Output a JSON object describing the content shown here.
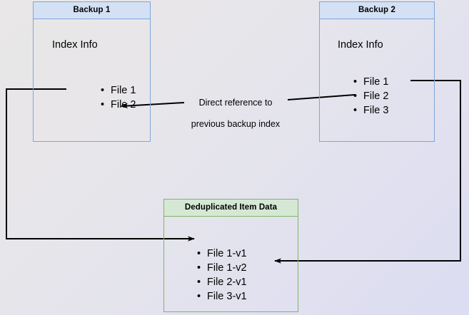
{
  "diagram": {
    "title": "Backup deduplication index reference diagram",
    "background": {
      "gradient_from": "#e9e7e7",
      "gradient_to": "#dcdcf2"
    },
    "colors": {
      "blue_border": "#7ea6d9",
      "blue_header_fill": "#d4e1f5",
      "green_border": "#82b366",
      "green_header_fill": "#d5e8d4",
      "connector": "#000000"
    },
    "boxes": [
      {
        "id": "backup1",
        "header": "Backup 1",
        "subtitle": "Index Info",
        "items": [
          "File 1",
          "File 2"
        ]
      },
      {
        "id": "backup2",
        "header": "Backup 2",
        "subtitle": "Index Info",
        "items": [
          "File 1",
          "File 2",
          "File 3"
        ]
      },
      {
        "id": "dedup",
        "header": "Deduplicated Item Data",
        "items": [
          "File 1-v1",
          "File 1-v2",
          "File 2-v1",
          "File 3-v1"
        ]
      }
    ],
    "annotations": [
      {
        "id": "direct-reference",
        "line1": "Direct reference to",
        "line2": "previous backup index"
      }
    ]
  }
}
